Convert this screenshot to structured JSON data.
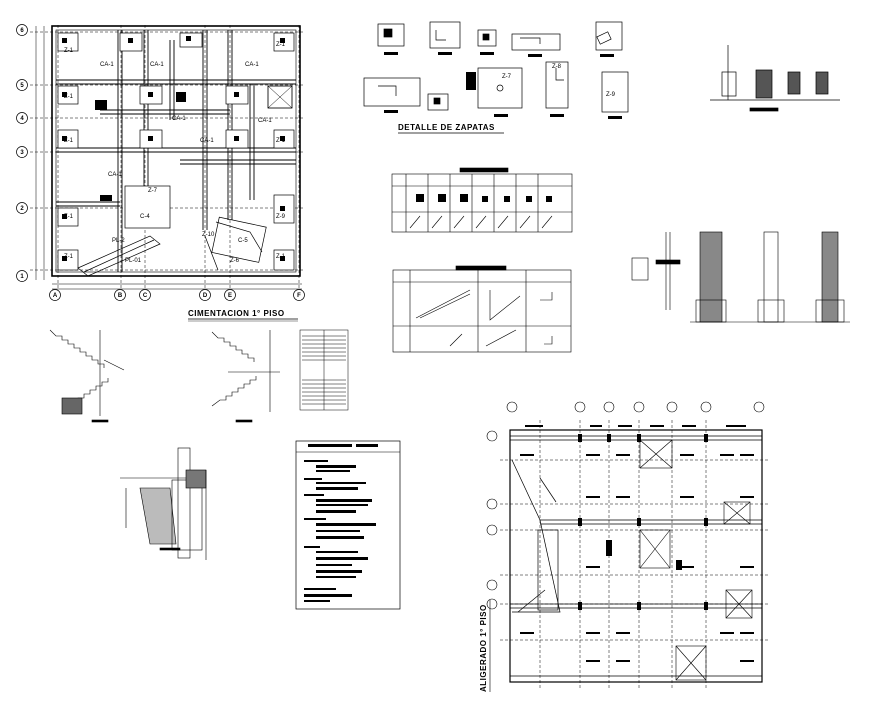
{
  "sheet": {
    "foundation_plan": {
      "title": "CIMENTACION 1° PISO",
      "row_axes": [
        "6",
        "5",
        "4",
        "3",
        "2",
        "1"
      ],
      "col_axes": [
        "A",
        "B",
        "C",
        "D",
        "E",
        "F"
      ],
      "labels": {
        "z1": "Z-1",
        "ca1": "CA-1",
        "c4": "C-4",
        "z7": "Z-7",
        "z9": "Z-9",
        "z10": "Z-10",
        "z6": "Z-6",
        "pl2": "PL-2",
        "pl01": "PL-01",
        "c5": "C-5"
      }
    },
    "footing_details": {
      "title": "DETALLE DE ZAPATAS",
      "labels": {
        "z7": "Z-7",
        "z8": "Z-8",
        "z9": "Z-9"
      }
    },
    "framing_plan": {
      "title": "ALIGERADO 1° PISO"
    }
  }
}
